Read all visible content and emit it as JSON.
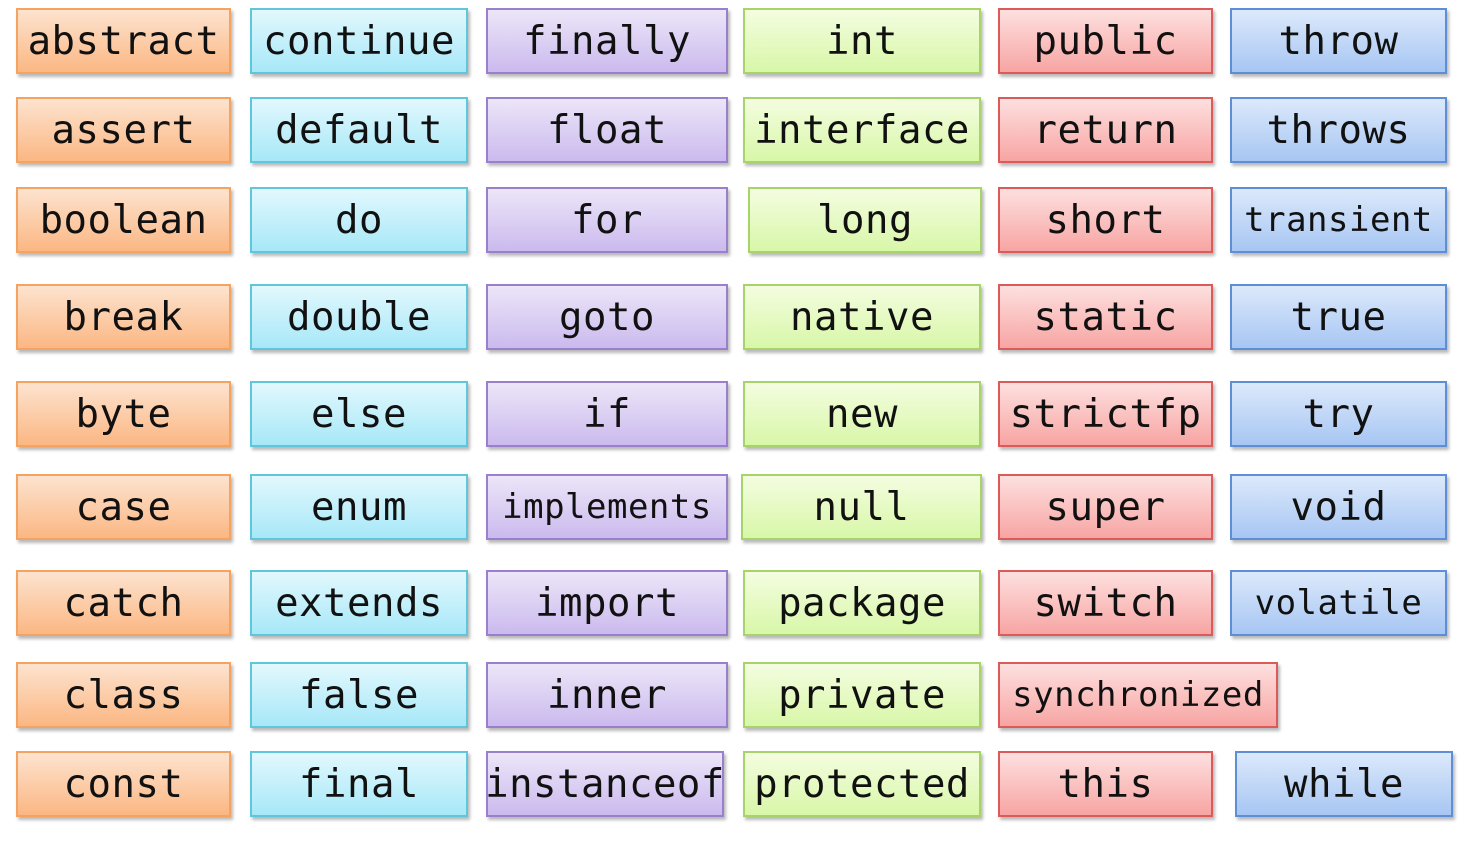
{
  "colors": {
    "orange": "#fbb783",
    "cyan": "#a7e8f8",
    "purple": "#cbbaee",
    "green": "#d8f7a8",
    "red": "#f7a5a3",
    "blue": "#a7c6f3"
  },
  "keyword_columns": [
    [
      "abstract",
      "assert",
      "boolean",
      "break",
      "byte",
      "case",
      "catch",
      "class",
      "const"
    ],
    [
      "continue",
      "default",
      "do",
      "double",
      "else",
      "enum",
      "extends",
      "false",
      "final"
    ],
    [
      "finally",
      "float",
      "for",
      "goto",
      "if",
      "implements",
      "import",
      "inner",
      "instanceof"
    ],
    [
      "int",
      "interface",
      "long",
      "native",
      "new",
      "null",
      "package",
      "private",
      "protected"
    ],
    [
      "public",
      "return",
      "short",
      "static",
      "strictfp",
      "super",
      "switch",
      "synchronized",
      "this"
    ],
    [
      "throw",
      "throws",
      "transient",
      "true",
      "try",
      "void",
      "volatile",
      "while"
    ]
  ]
}
